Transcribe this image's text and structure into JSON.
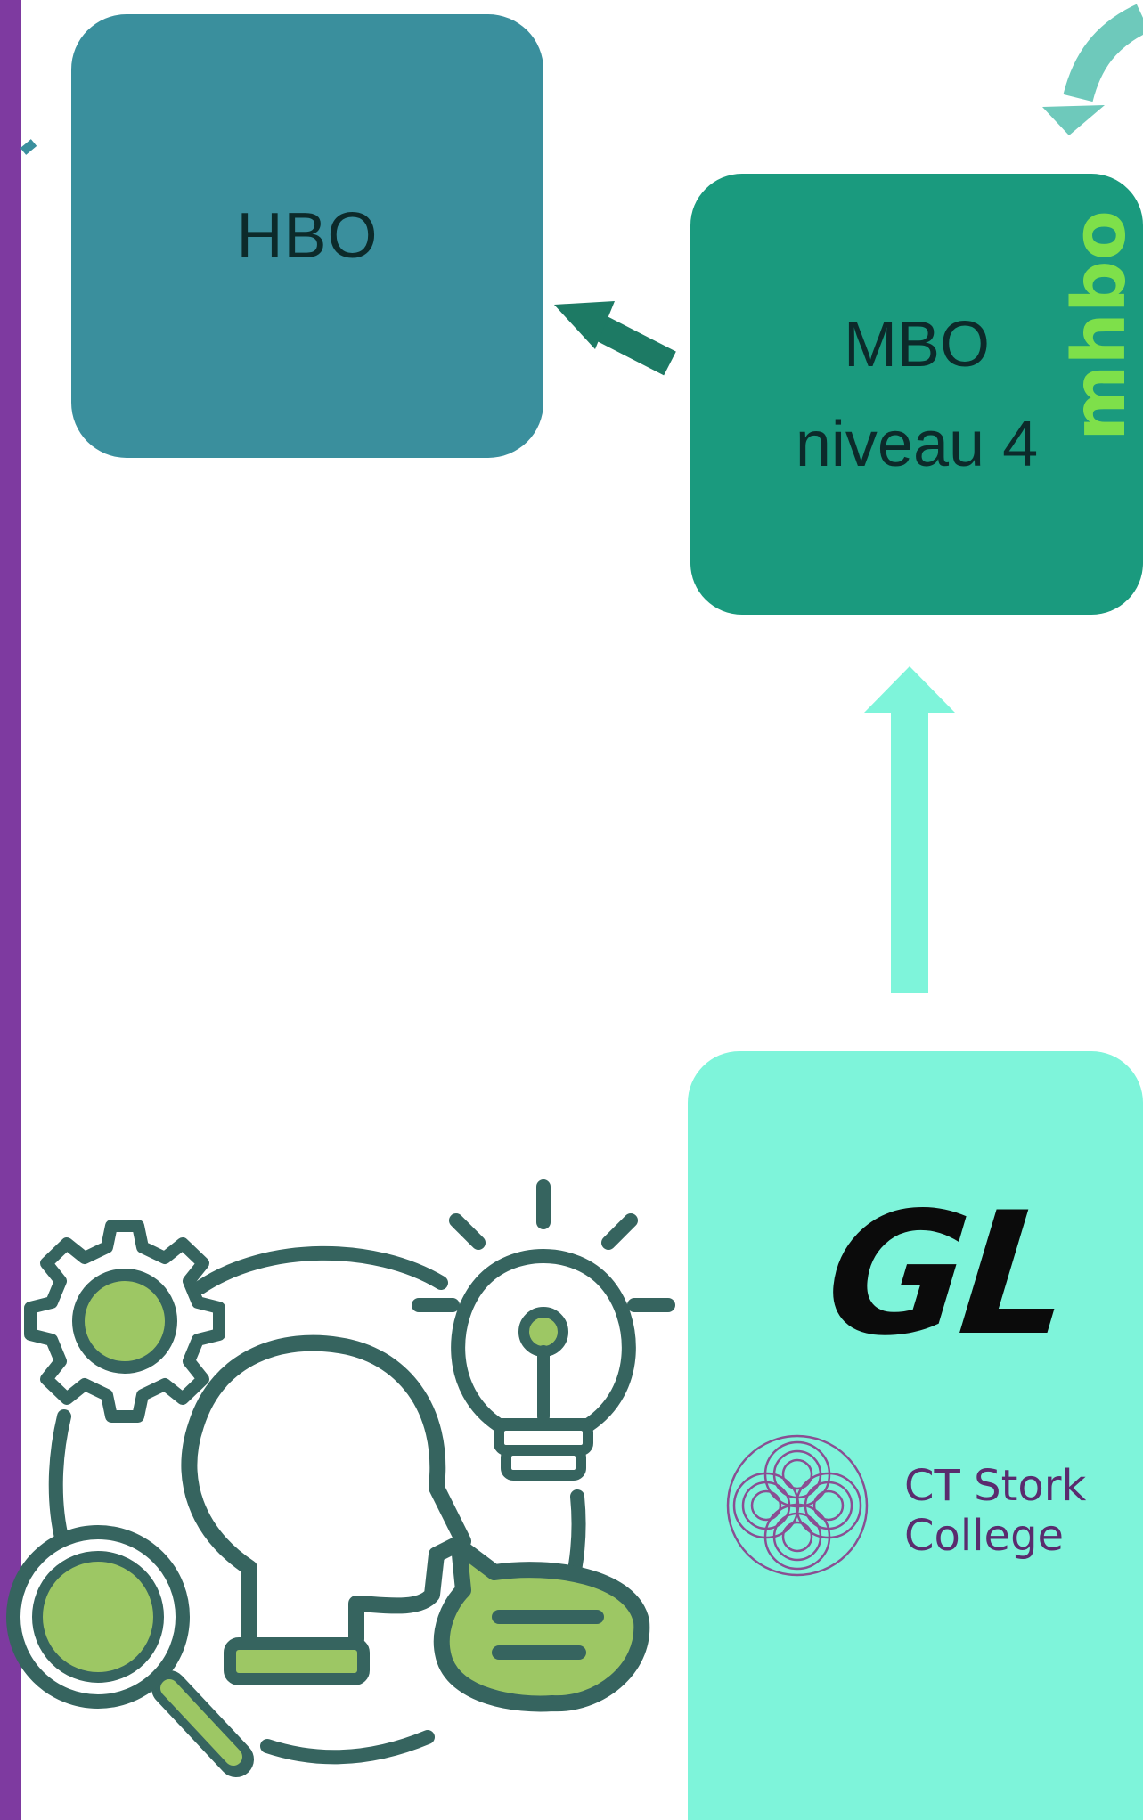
{
  "diagram": {
    "hbo_label": "HBO",
    "mbo_line1": "MBO",
    "mbo_line2": "niveau 4",
    "side_label": "mhbo",
    "gl_label": "GL",
    "college_line1": "CT Stork",
    "college_line2": "College"
  },
  "icons": [
    "gear-icon",
    "lightbulb-icon",
    "head-profile-icon",
    "magnifier-icon",
    "chat-bubble-icon",
    "college-spiral-logo"
  ],
  "colors": {
    "purple_bar": "#7e3aa0",
    "hbo_box": "#3a8f9d",
    "mbo_box": "#1a9a7e",
    "gl_box": "#7ef4da",
    "arrow_dark": "#1d7a64",
    "arrow_light": "#7ef4da",
    "icon_stroke": "#36645f",
    "icon_fill": "#9dc764",
    "mhbo_text": "#7ee04a",
    "college_text": "#5a2b6e"
  }
}
